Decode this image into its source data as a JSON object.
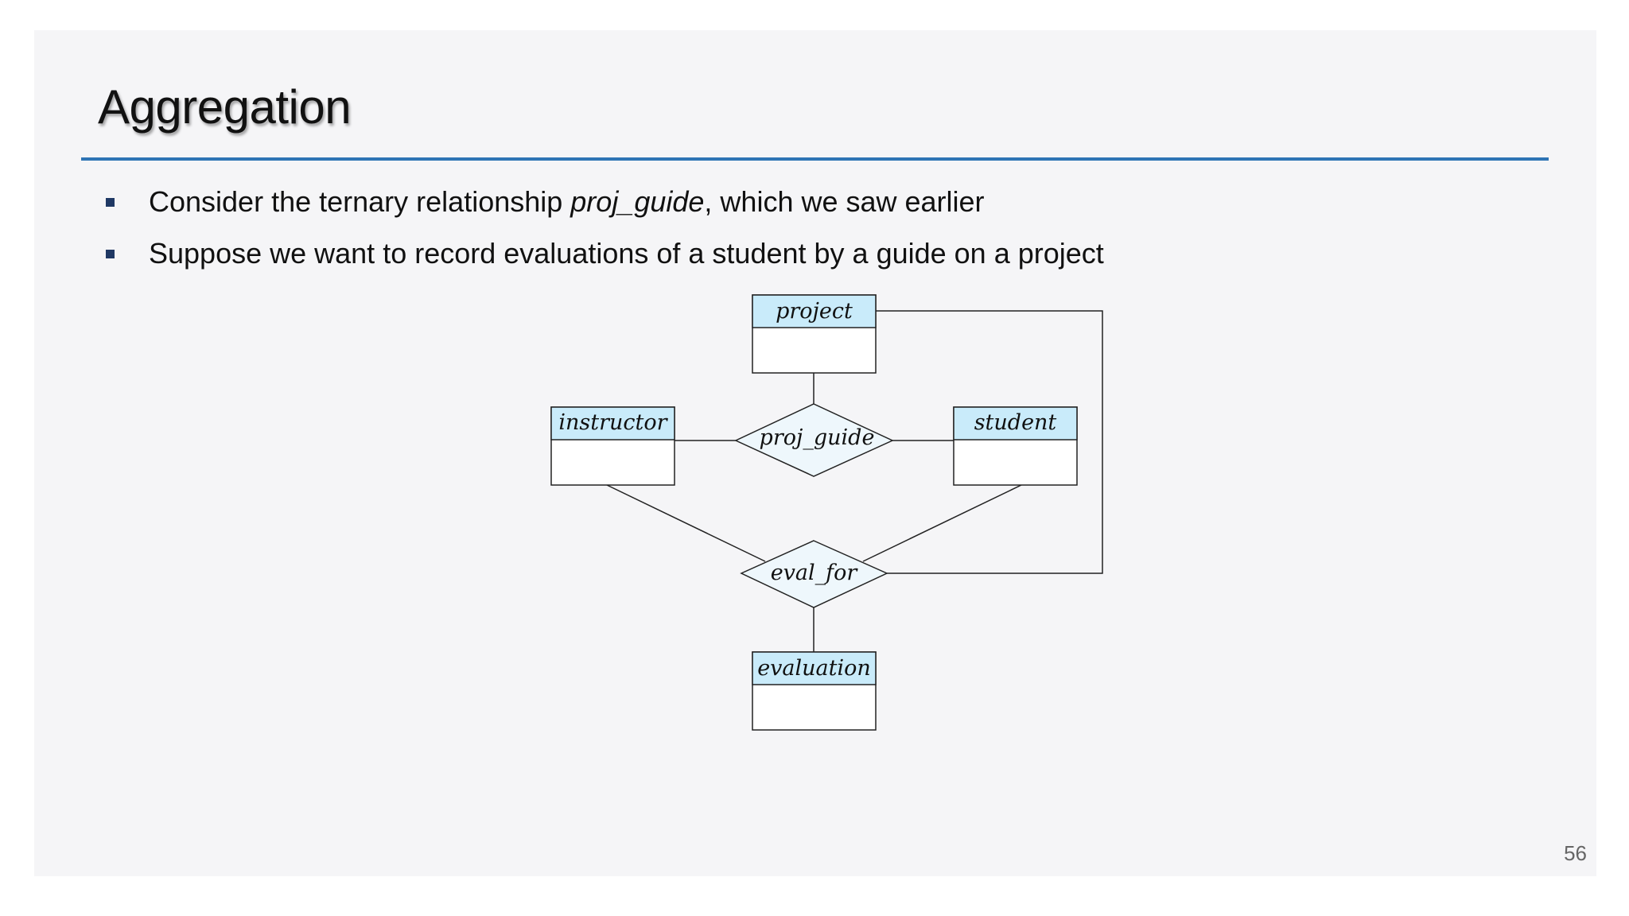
{
  "slide": {
    "title": "Aggregation",
    "page_number": "56",
    "bullets": [
      {
        "before": "Consider the ternary relationship ",
        "emphasis": "proj_guide",
        "after": ", which we saw earlier"
      },
      {
        "text": "Suppose we want to record evaluations of a student by a guide on a project"
      }
    ]
  },
  "diagram": {
    "entities": {
      "project": "project",
      "instructor": "instructor",
      "student": "student",
      "evaluation": "evaluation"
    },
    "relationships": {
      "proj_guide": "proj_guide",
      "eval_for": "eval_for"
    }
  },
  "colors": {
    "title_rule": "#2e74b5",
    "bullet_mark": "#1f3864",
    "entity_header": "#c9ebfa",
    "relationship_fill": "#eef7fc",
    "entity_body": "#ffffff"
  }
}
